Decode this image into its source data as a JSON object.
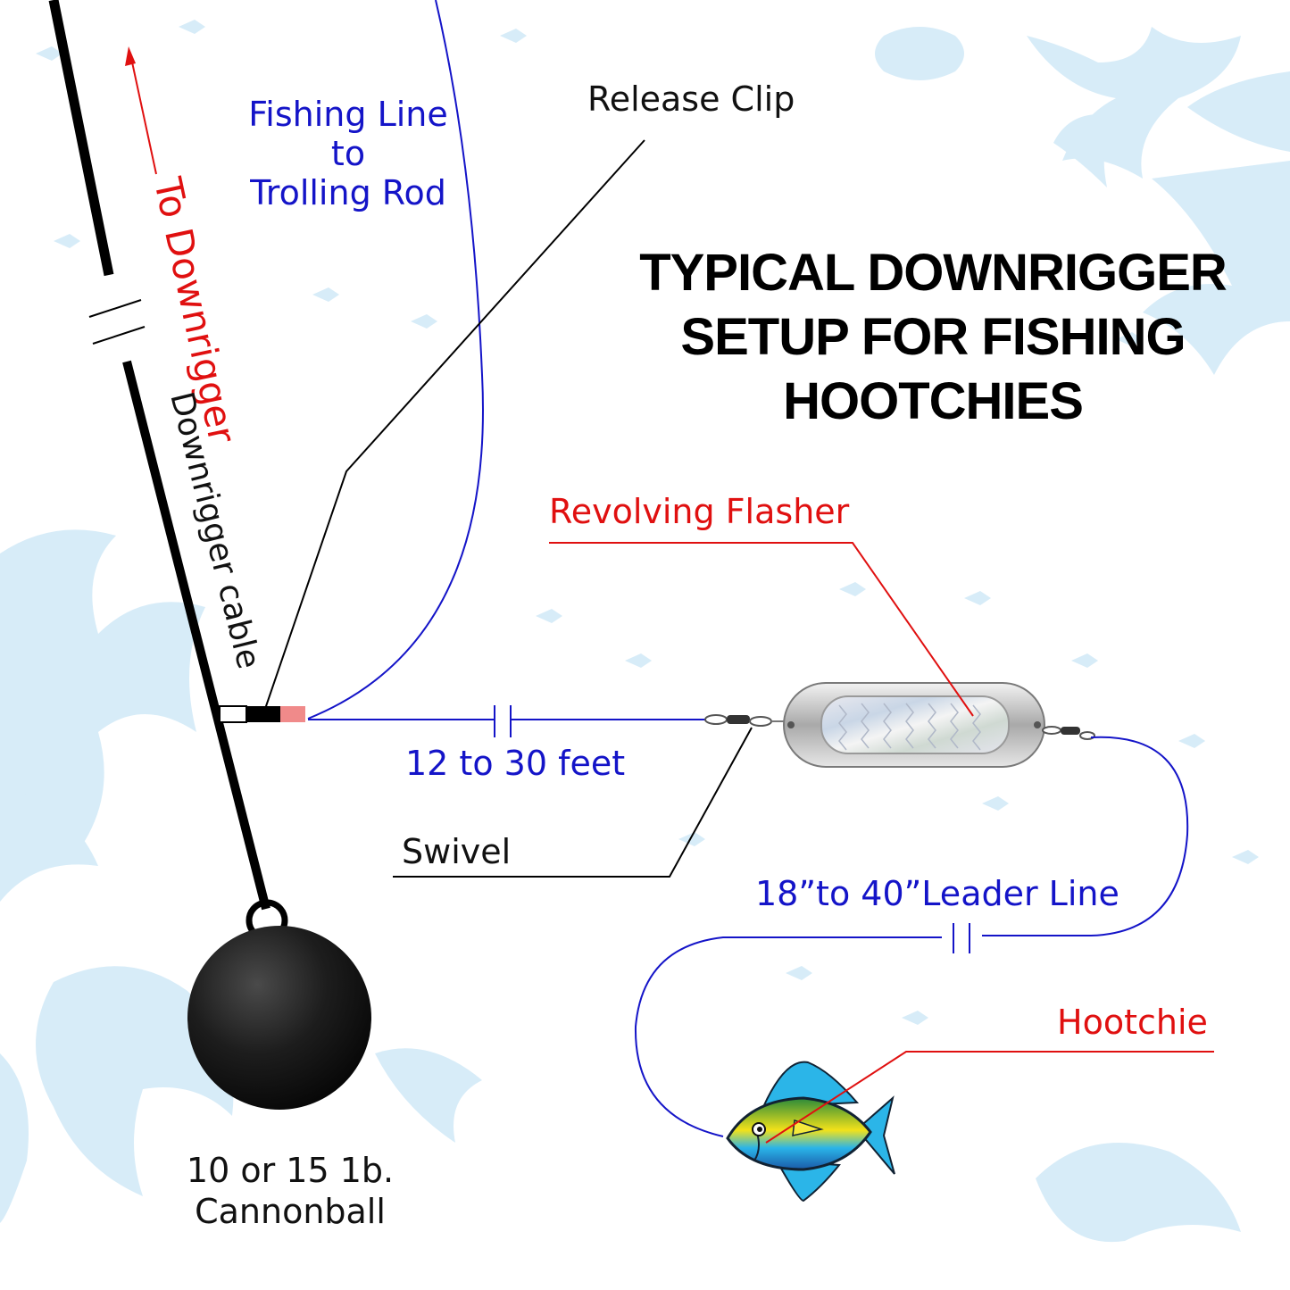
{
  "title": {
    "line1": "TYPICAL DOWNRIGGER",
    "line2": "SETUP FOR FISHING",
    "line3": "HOOTCHIES"
  },
  "labels": {
    "fishing_line_1": "Fishing Line",
    "fishing_line_2": "to",
    "fishing_line_3": "Trolling Rod",
    "release_clip": "Release Clip",
    "to_downrigger": "To Downrigger",
    "downrigger_cable": "Downrigger cable",
    "revolving_flasher": "Revolving Flasher",
    "distance_1": "12 to 30 feet",
    "swivel": "Swivel",
    "leader_line": "18”to 40”Leader Line",
    "hootchie": "Hootchie",
    "cannonball_1": "10 or 15 1b.",
    "cannonball_2": "Cannonball"
  },
  "colors": {
    "fishing_line": "#1414c8",
    "callout_red": "#e01010",
    "cable": "#000000",
    "background_pattern": "#d7ecf8"
  }
}
